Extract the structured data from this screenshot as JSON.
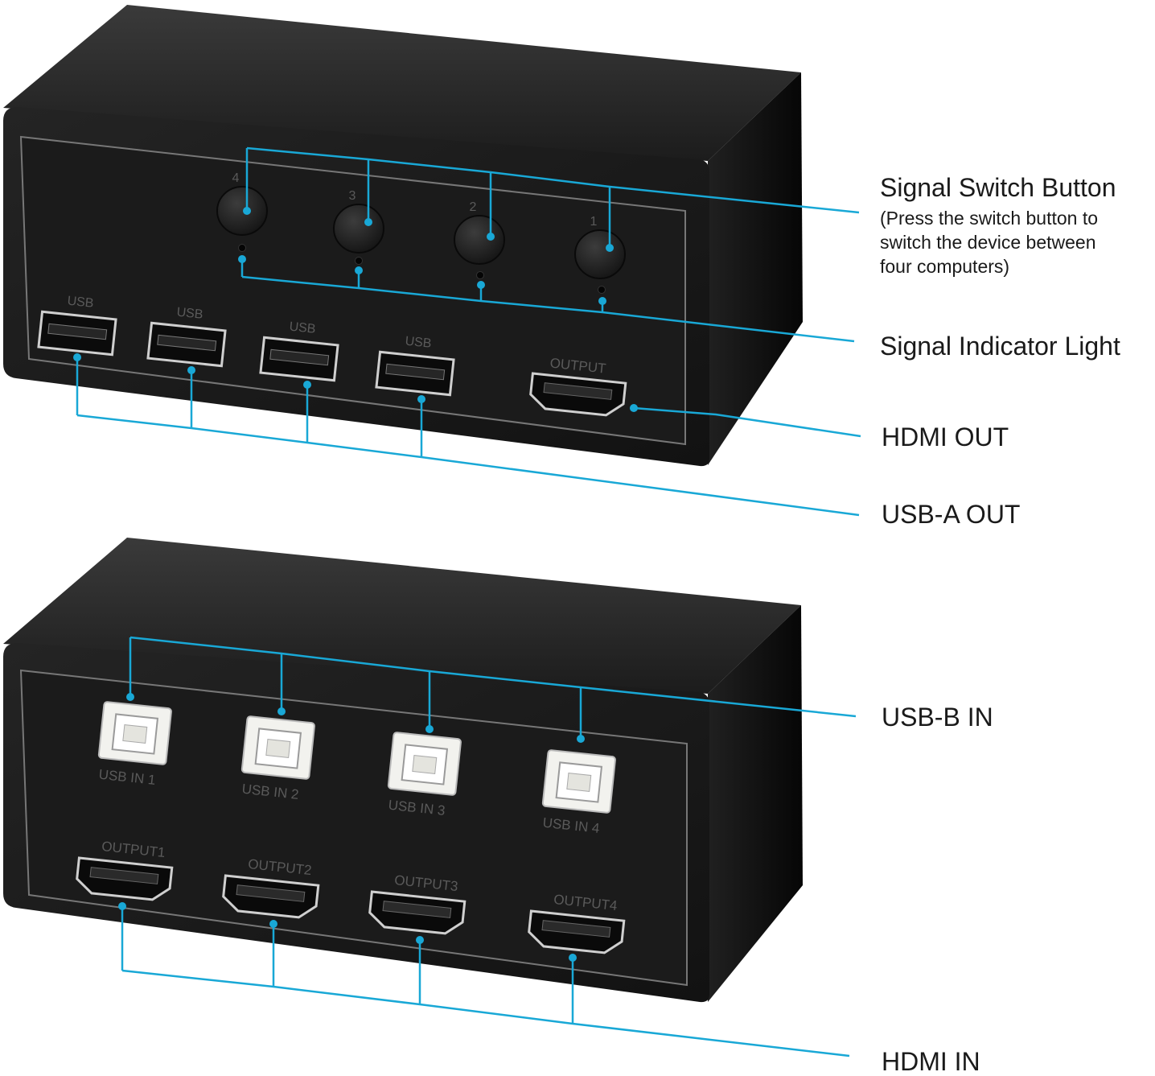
{
  "colors": {
    "case": "#161616",
    "case_top": "#2b2b2b",
    "case_side": "#0c0c0c",
    "panel": "#1b1b1b",
    "panel_label": "#5a5a5a",
    "leader": "#19a8d6",
    "callout_text": "#1a1a1a",
    "usb_b_port": "#f2f2ee"
  },
  "top_unit": {
    "buttons": [
      {
        "number": "4"
      },
      {
        "number": "3"
      },
      {
        "number": "2"
      },
      {
        "number": "1"
      }
    ],
    "usb_a_ports": [
      {
        "label": "USB"
      },
      {
        "label": "USB"
      },
      {
        "label": "USB"
      },
      {
        "label": "USB"
      }
    ],
    "hdmi_output": {
      "label": "OUTPUT"
    }
  },
  "bottom_unit": {
    "usb_b_ports": [
      {
        "label": "USB IN 1"
      },
      {
        "label": "USB IN 2"
      },
      {
        "label": "USB IN 3"
      },
      {
        "label": "USB IN 4"
      }
    ],
    "hdmi_ports": [
      {
        "label": "OUTPUT1"
      },
      {
        "label": "OUTPUT2"
      },
      {
        "label": "OUTPUT3"
      },
      {
        "label": "OUTPUT4"
      }
    ]
  },
  "callouts": {
    "signal_switch_button": {
      "title": "Signal Switch Button",
      "note_line1": "(Press the switch button to",
      "note_line2": "switch the device between",
      "note_line3": "four computers)"
    },
    "signal_indicator_light": {
      "title": "Signal Indicator Light"
    },
    "hdmi_out": {
      "title": "HDMI OUT"
    },
    "usb_a_out": {
      "title": "USB-A OUT"
    },
    "usb_b_in": {
      "title": "USB-B IN"
    },
    "hdmi_in": {
      "title": "HDMI IN"
    }
  }
}
